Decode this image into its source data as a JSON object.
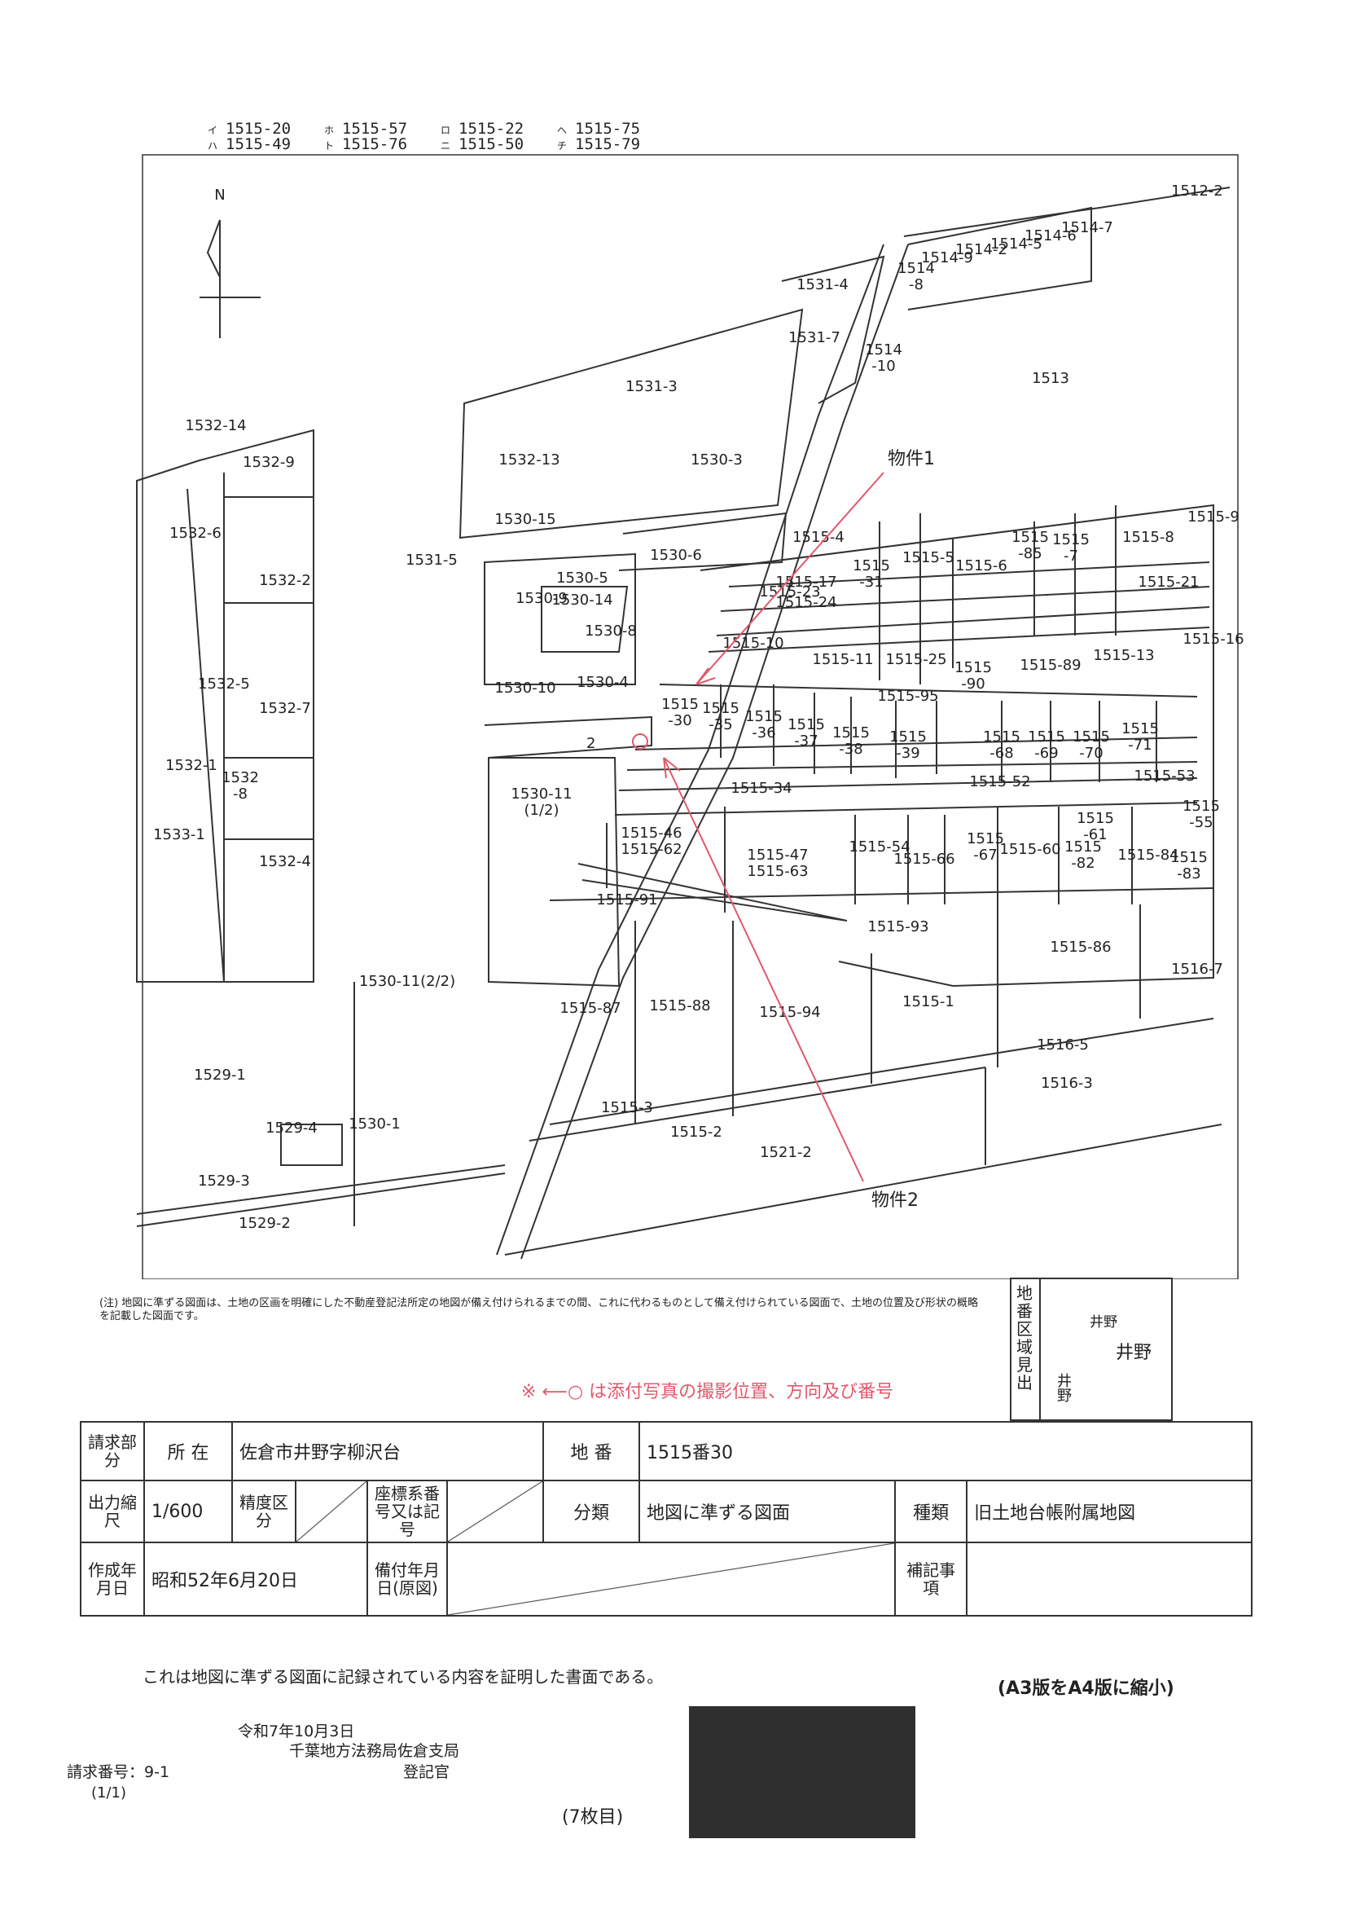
{
  "legend_codes": [
    {
      "key": "イ",
      "value": "1515-20"
    },
    {
      "key": "ハ",
      "value": "1515-49"
    },
    {
      "key": "ホ",
      "value": "1515-57"
    },
    {
      "key": "ト",
      "value": "1515-76"
    },
    {
      "key": "ロ",
      "value": "1515-22"
    },
    {
      "key": "ニ",
      "value": "1515-50"
    },
    {
      "key": "ヘ",
      "value": "1515-75"
    },
    {
      "key": "チ",
      "value": "1515-79"
    }
  ],
  "map": {
    "north": "N",
    "parcels": [
      "1512-2",
      "1514-7",
      "1514-6",
      "1514-5",
      "1514-2",
      "1514-9",
      "1514\n-8",
      "1531-4",
      "1531-7",
      "1514\n-10",
      "1513",
      "1531-3",
      "1532-14",
      "1532-9",
      "1532-13",
      "1530-3",
      "1532-6",
      "1530-15",
      "1515-4",
      "1515\n-31",
      "1515-5",
      "1515-6",
      "1515\n-85",
      "1515\n-7",
      "1515-8",
      "1515-9",
      "1531-5",
      "1530-5",
      "1530-6",
      "1532-2",
      "1530-9",
      "1530-14",
      "1515-10",
      "1515-11",
      "1515-25",
      "1515\n-90",
      "1515-89",
      "1515-13",
      "1530-8",
      "1532-5",
      "1530-10",
      "1530-4",
      "1515\n-30",
      "1515\n-35",
      "1515\n-36",
      "1515\n-37",
      "1515\n-38",
      "1515\n-39",
      "1515\n-68",
      "1515\n-69",
      "1515\n-70",
      "1515\n-71",
      "1532-7",
      "1515-95",
      "1532-1",
      "1532\n-8",
      "1530-11\n(1/2)",
      "1515-46\n1515-62",
      "1515-47\n1515-63",
      "1515-54",
      "1515-66",
      "1515\n-67",
      "1515-60",
      "1515\n-61",
      "1515\n-82",
      "1515-84",
      "1515\n-55",
      "1515\n-83",
      "1533-1",
      "1532-4",
      "1515-91",
      "1515-93",
      "1515-86",
      "1516-7",
      "1530-11(2/2)",
      "1515-87",
      "1515-88",
      "1515-94",
      "1515-1",
      "1516-5",
      "1529-1",
      "1516-3",
      "1530-1",
      "1529-4",
      "1515-2",
      "1521-2",
      "1529-3",
      "1529-2",
      "1515-3",
      "1515-34",
      "1515-24",
      "1515-23",
      "1515-17",
      "1515-21",
      "1515-16",
      "1515-52",
      "1515-53"
    ],
    "annotations": {
      "property1": "物件1",
      "property2": "物件2",
      "photo_no": "2"
    },
    "colors": {
      "annotation": "#e0586c",
      "lines": "#333333"
    }
  },
  "note": "(注) 地図に準ずる図面は、土地の区画を明確にした不動産登記法所定の地図が備え付けられるまでの間、これに代わるものとして備え付けられている図面で、土地の位置及び形状の概略を記載した図面です。",
  "area_index": {
    "label": "地番区域見出",
    "names": [
      "井野",
      "井野",
      "井野"
    ]
  },
  "photo_note": {
    "mark": "※",
    "text": "は添付写真の撮影位置、方向及び番号"
  },
  "request": {
    "section": "請求部分",
    "location_label": "所 在",
    "location": "佐倉市井野字柳沢台",
    "lot_label": "地 番",
    "lot": "1515番30",
    "scale_label": "出力縮尺",
    "scale": "1/600",
    "accuracy_label": "精度区分",
    "coord_label": "座標系番号又は記号",
    "class_label": "分類",
    "class": "地図に準ずる図面",
    "type_label": "種類",
    "type": "旧土地台帳附属地図",
    "created_label": "作成年月日",
    "created": "昭和52年6月20日",
    "installed_label": "備付年月日(原図)",
    "remarks_label": "補記事項"
  },
  "certification": "これは地図に準ずる図面に記録されている内容を証明した書面である。",
  "reduction": "(A3版をA4版に縮小)",
  "issue_date": "令和7年10月3日",
  "office": "千葉地方法務局佐倉支局",
  "registrar": "登記官",
  "request_no": "請求番号：9-1",
  "page": "(1/1)",
  "sheet": "(7枚目)"
}
